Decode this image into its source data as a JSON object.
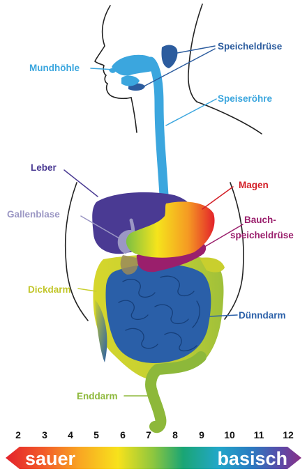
{
  "labels": {
    "speicheldruese": "Speicheldrüse",
    "mundhoehle": "Mundhöhle",
    "speiseroehre": "Speiseröhre",
    "leber": "Leber",
    "magen": "Magen",
    "gallenblase": "Gallenblase",
    "bauch_line1": "Bauch-",
    "bauch_line2": "speicheldrüse",
    "dickdarm": "Dickdarm",
    "duenndarm": "Dünndarm",
    "enddarm": "Enddarm"
  },
  "colors": {
    "speicheldruese": "#2c5c9e",
    "speiseroehre": "#3ba6de",
    "leber": "#4a3a93",
    "magen": "#d31f27",
    "gallenblase": "#9b97c4",
    "bauchspeicheldruese": "#9a1f6c",
    "dickdarm": "#c9cf2e",
    "duenndarm": "#2a5fa8",
    "enddarm": "#8db83a"
  },
  "ph_scale": {
    "ticks": [
      "2",
      "3",
      "4",
      "5",
      "6",
      "7",
      "8",
      "9",
      "10",
      "11",
      "12"
    ],
    "left_label": "sauer",
    "right_label": "basisch",
    "gradient": [
      "#e3222b",
      "#f25c2a",
      "#f9a623",
      "#f7e21c",
      "#8cc63f",
      "#1aa574",
      "#22a7c9",
      "#2b7bc1",
      "#5b4aa8",
      "#8a2f86"
    ]
  }
}
